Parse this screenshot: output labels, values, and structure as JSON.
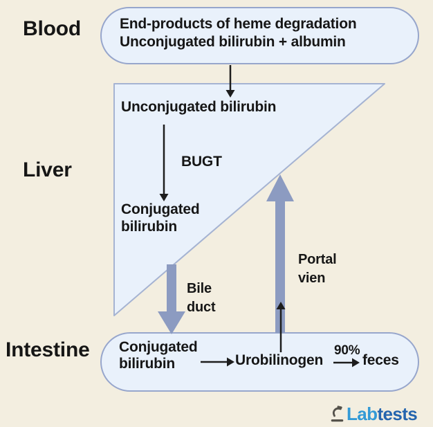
{
  "section_labels": {
    "blood": "Blood",
    "liver": "Liver",
    "intestine": "Intestine"
  },
  "blood_node": {
    "line1": "End-products of heme degradation",
    "line2": "Unconjugated bilirubin + albumin"
  },
  "liver_node": {
    "unconjugated_bilirubin": "Unconjugated bilirubin",
    "enzyme": "BUGT",
    "conjugated_line1": "Conjugated",
    "conjugated_line2": "bilirubin"
  },
  "bile_duct_label": {
    "line1": "Bile",
    "line2": "duct"
  },
  "portal_vein_label": {
    "line1": "Portal",
    "line2": "vien"
  },
  "intestine_node": {
    "conjugated_line1": "Conjugated",
    "conjugated_line2": "bilirubin",
    "urobilinogen": "Urobilinogen",
    "percent_label": "90%",
    "feces": "feces"
  },
  "logo": {
    "brand_first": "Lab",
    "brand_second": "tests",
    "icon": "microscope-icon"
  },
  "colors": {
    "background": "#f3eee0",
    "node_fill": "#e9f1fb",
    "node_border": "#97a6cc",
    "triangle_border": "#a5b3d2",
    "thick_arrow": "#8c9bc1",
    "text": "#161616",
    "logo_lab": "#339ad6",
    "logo_tests": "#2565ae",
    "logo_icon": "#55524b"
  }
}
